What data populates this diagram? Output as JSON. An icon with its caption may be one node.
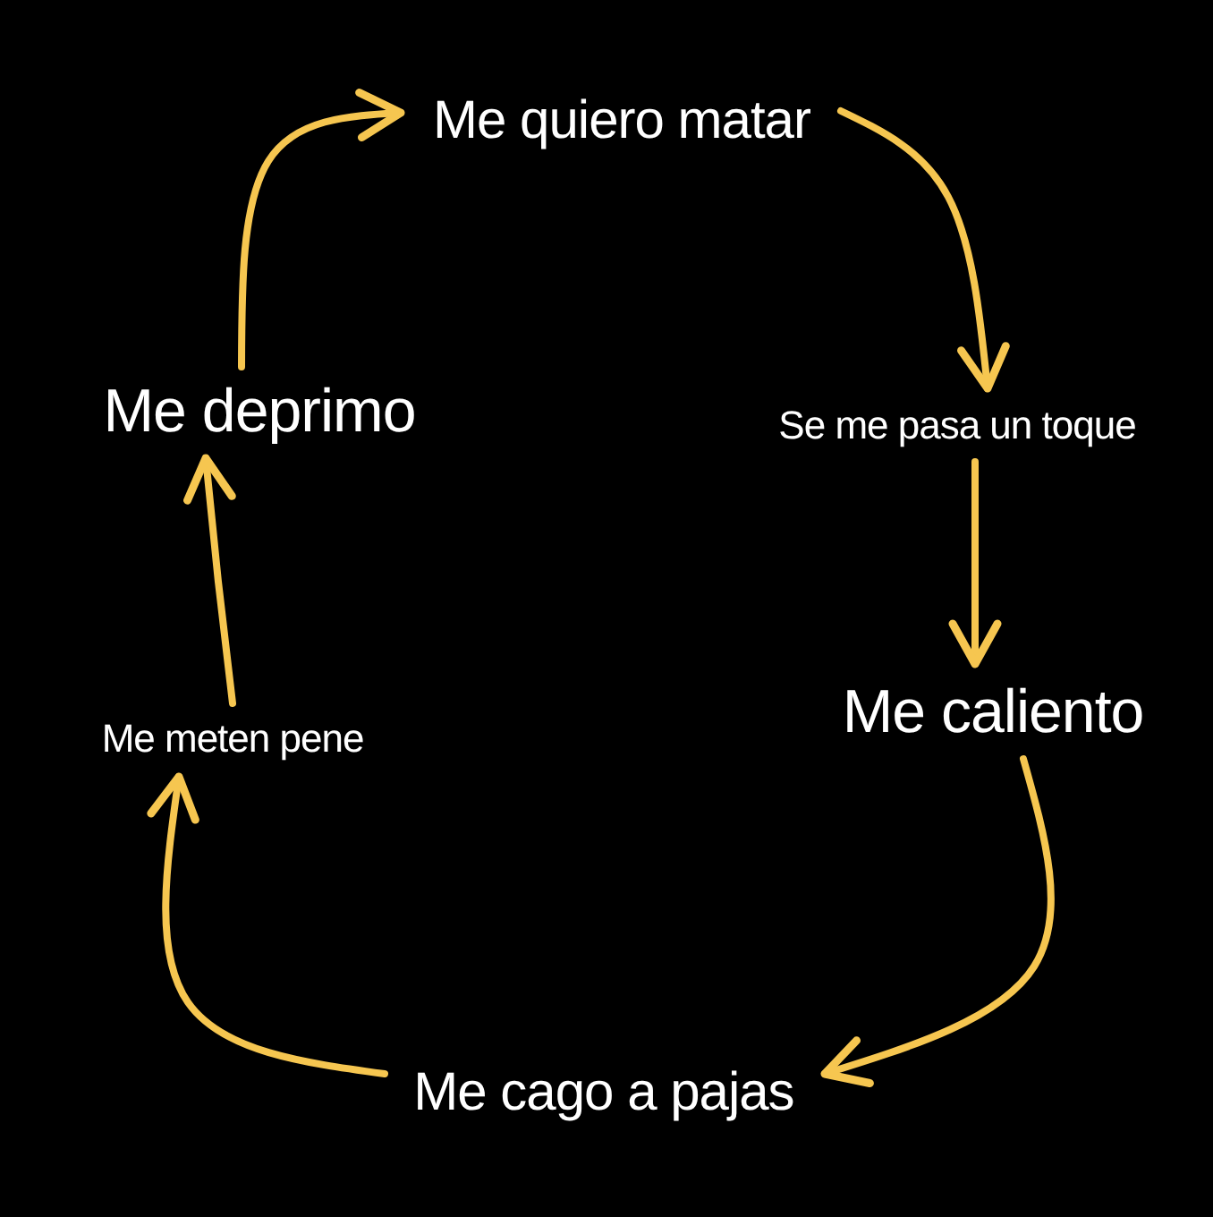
{
  "diagram": {
    "nodes": [
      {
        "text": [
          "Me quiero matar"
        ]
      },
      {
        "text": [
          "Se me pasa un toque"
        ]
      },
      {
        "text": [
          "Me caliento"
        ]
      },
      {
        "text": [
          "Me cago a pajas"
        ]
      },
      {
        "text": [
          "Me meten pene"
        ]
      },
      {
        "text": [
          "Me deprimo"
        ]
      }
    ],
    "edges": [
      {
        "from": 0,
        "to": 1,
        "arrow": "to"
      },
      {
        "from": 1,
        "to": 2,
        "arrow": "to"
      },
      {
        "from": 2,
        "to": 3,
        "arrow": "to"
      },
      {
        "from": 3,
        "to": 4,
        "arrow": "to"
      },
      {
        "from": 4,
        "to": 5,
        "arrow": "to"
      },
      {
        "from": 5,
        "to": 0,
        "arrow": "to"
      }
    ]
  }
}
